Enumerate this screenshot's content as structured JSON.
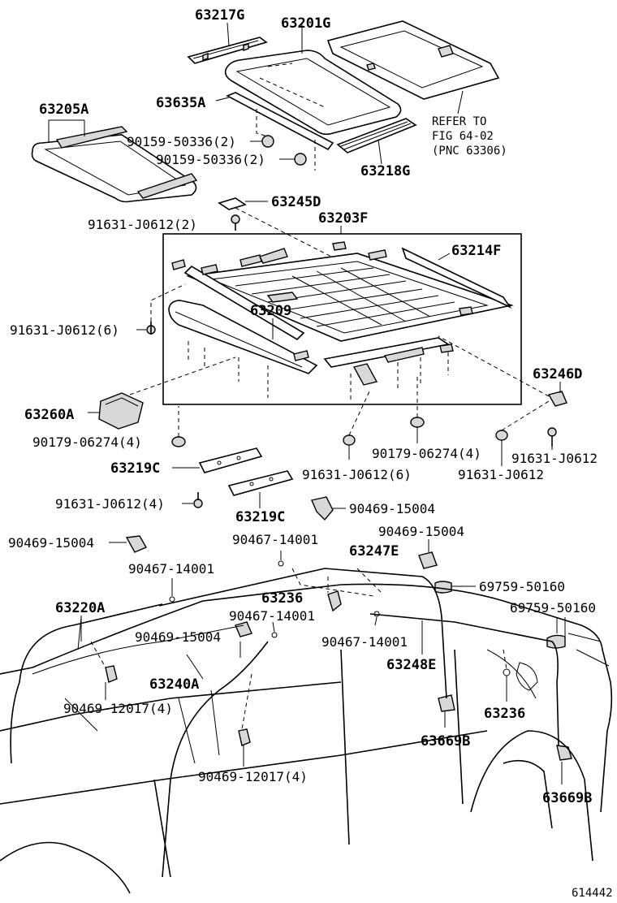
{
  "diagram": {
    "labels": {
      "p63217G": "63217G",
      "p63201G": "63201G",
      "p63205A": "63205A",
      "p63635A": "63635A",
      "p90159a": "90159-50336(2)",
      "p90159b": "90159-50336(2)",
      "p63218G": "63218G",
      "ref1": "REFER TO",
      "ref2": "FIG 64-02",
      "ref3": "(PNC 63306)",
      "p63245D": "63245D",
      "p91631a": "91631-J0612(2)",
      "p63203F": "63203F",
      "p63214F": "63214F",
      "p91631b": "91631-J0612(6)",
      "p63209": "63209",
      "p63246D": "63246D",
      "p63260A": "63260A",
      "p90179a": "90179-06274(4)",
      "p90179b": "90179-06274(4)",
      "p91631c": "91631-J0612",
      "p91631d": "91631-J0612",
      "p91631e": "91631-J0612(6)",
      "p63219Ca": "63219C",
      "p91631f": "91631-J0612(4)",
      "p63219Cb": "63219C",
      "p90469a": "90469-15004",
      "p90469b": "90469-15004",
      "p90467a": "90467-14001",
      "p90469c": "90469-15004",
      "p63247E": "63247E",
      "p90467b": "90467-14001",
      "p69759a": "69759-50160",
      "p63236a": "63236",
      "p69759b": "69759-50160",
      "p63220A": "63220A",
      "p90467c": "90467-14001",
      "p90469d": "90469-15004",
      "p90467d": "90467-14001",
      "p63248E": "63248E",
      "p63240A": "63240A",
      "p90469e": "90469-12017(4)",
      "p63236b": "63236",
      "p63669Ba": "63669B",
      "p90469f": "90469-12017(4)",
      "p63669Bb": "63669B",
      "figno": "614442"
    }
  }
}
